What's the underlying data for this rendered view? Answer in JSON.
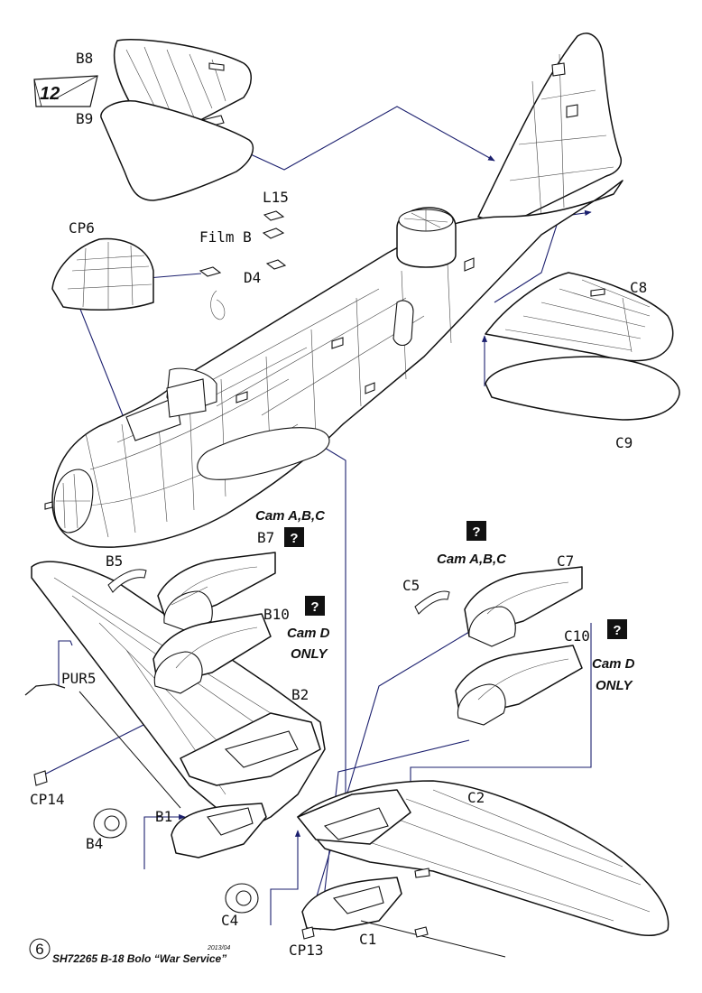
{
  "step": {
    "number": "12"
  },
  "labels": {
    "B8": "B8",
    "B9": "B9",
    "L15": "L15",
    "film_b": "Film B",
    "CP6": "CP6",
    "D4": "D4",
    "C8": "C8",
    "C9": "C9",
    "B7": "B7",
    "B5": "B5",
    "B10": "B10",
    "B2": "B2",
    "PUR5": "PUR5",
    "CP14": "CP14",
    "B1": "B1",
    "B4": "B4",
    "C7": "C7",
    "C5": "C5",
    "C10": "C10",
    "C2": "C2",
    "C4": "C4",
    "CP13": "CP13",
    "C1": "C1"
  },
  "notes": {
    "left_cam_abc": "Cam A,B,C",
    "left_cam_d": "Cam D",
    "left_only": "ONLY",
    "right_cam_abc": "Cam A,B,C",
    "right_cam_d": "Cam D",
    "right_only": "ONLY",
    "question_mark": "?"
  },
  "footer": {
    "page_number": "6",
    "title": "SH72265 B-18 Bolo “War Service”",
    "date": "2013/04"
  }
}
